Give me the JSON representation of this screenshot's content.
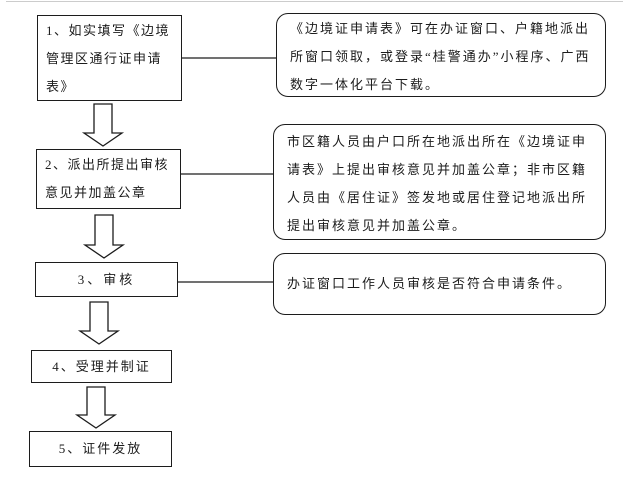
{
  "flowchart": {
    "steps": [
      {
        "label": "1、如实填写《边境管理区通行证申请表》"
      },
      {
        "label": "2、派出所提出审核意见并加盖公章"
      },
      {
        "label": "3、审核"
      },
      {
        "label": "4、受理并制证"
      },
      {
        "label": "5、证件发放"
      }
    ],
    "notes": [
      {
        "text": "《边境证申请表》可在办证窗口、户籍地派出所窗口领取，或登录“桂警通办”小程序、广西数字一体化平台下载。"
      },
      {
        "text": "市区籍人员由户口所在地派出所在《边境证申请表》上提出审核意见并加盖公章；非市区籍人员由《居住证》签发地或居住登记地派出所提出审核意见并加盖公章。"
      },
      {
        "text": "办证窗口工作人员审核是否符合申请条件。"
      }
    ],
    "colors": {
      "line": "#1c1c1c",
      "background": "#ffffff"
    }
  }
}
